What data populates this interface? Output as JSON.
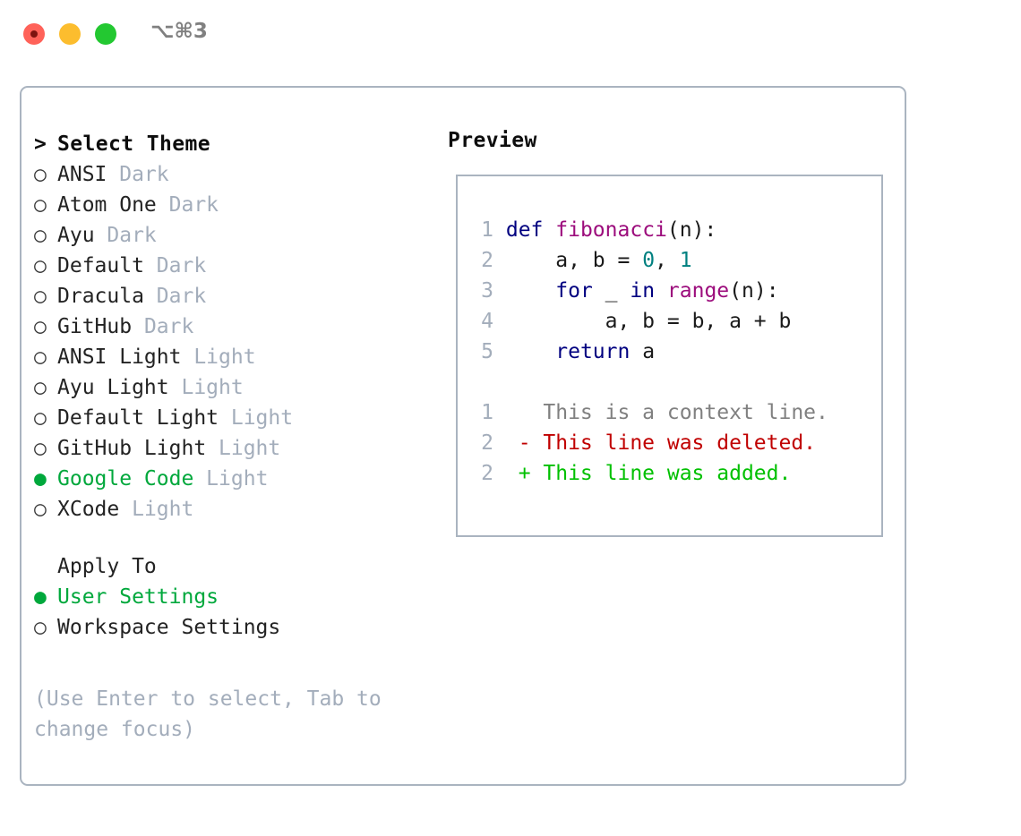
{
  "window": {
    "title": "⌥⌘3",
    "traffic_lights": [
      "close",
      "minimize",
      "maximize"
    ]
  },
  "theme_picker": {
    "heading": "Select Theme",
    "caret": ">",
    "marker_selected": "●",
    "marker_unselected": "○",
    "items": [
      {
        "name": "ANSI",
        "tag": "Dark",
        "selected": false
      },
      {
        "name": "Atom One",
        "tag": "Dark",
        "selected": false
      },
      {
        "name": "Ayu",
        "tag": "Dark",
        "selected": false
      },
      {
        "name": "Default",
        "tag": "Dark",
        "selected": false
      },
      {
        "name": "Dracula",
        "tag": "Dark",
        "selected": false
      },
      {
        "name": "GitHub",
        "tag": "Dark",
        "selected": false
      },
      {
        "name": "ANSI Light",
        "tag": "Light",
        "selected": false
      },
      {
        "name": "Ayu Light",
        "tag": "Light",
        "selected": false
      },
      {
        "name": "Default Light",
        "tag": "Light",
        "selected": false
      },
      {
        "name": "GitHub Light",
        "tag": "Light",
        "selected": false
      },
      {
        "name": "Google Code",
        "tag": "Light",
        "selected": true
      },
      {
        "name": "XCode",
        "tag": "Light",
        "selected": false
      }
    ]
  },
  "apply_to": {
    "heading": "Apply To",
    "options": [
      {
        "label": "User Settings",
        "selected": true
      },
      {
        "label": "Workspace Settings",
        "selected": false
      }
    ]
  },
  "hint": "(Use Enter to select, Tab to change focus)",
  "preview": {
    "title": "Preview",
    "code_lines": [
      {
        "num": "1",
        "tokens": [
          {
            "t": "def",
            "c": "kw"
          },
          {
            "t": " ",
            "c": "pl"
          },
          {
            "t": "fibonacci",
            "c": "fn"
          },
          {
            "t": "(n):",
            "c": "pl"
          }
        ]
      },
      {
        "num": "2",
        "tokens": [
          {
            "t": "    a, b = ",
            "c": "pl"
          },
          {
            "t": "0",
            "c": "num"
          },
          {
            "t": ", ",
            "c": "pl"
          },
          {
            "t": "1",
            "c": "num"
          }
        ]
      },
      {
        "num": "3",
        "tokens": [
          {
            "t": "    ",
            "c": "pl"
          },
          {
            "t": "for",
            "c": "kw"
          },
          {
            "t": " _ ",
            "c": "pl"
          },
          {
            "t": "in",
            "c": "kw"
          },
          {
            "t": " ",
            "c": "pl"
          },
          {
            "t": "range",
            "c": "fn"
          },
          {
            "t": "(n):",
            "c": "pl"
          }
        ]
      },
      {
        "num": "4",
        "tokens": [
          {
            "t": "        a, b = b, a + b",
            "c": "pl"
          }
        ]
      },
      {
        "num": "5",
        "tokens": [
          {
            "t": "    ",
            "c": "pl"
          },
          {
            "t": "return",
            "c": "kw"
          },
          {
            "t": " a",
            "c": "pl"
          }
        ]
      }
    ],
    "diff_lines": [
      {
        "num": "1",
        "sign": "  ",
        "text": "This is a context line.",
        "kind": "ctx"
      },
      {
        "num": "2",
        "sign": "- ",
        "text": "This line was deleted.",
        "kind": "del"
      },
      {
        "num": "2",
        "sign": "+ ",
        "text": "This line was added.",
        "kind": "add"
      }
    ]
  },
  "colors": {
    "accent_green": "#00a83c",
    "border": "#aab4c0",
    "muted": "#a3adbb",
    "keyword": "#000080",
    "function": "#9c0c7c",
    "number": "#008080",
    "diff_added": "#00c000",
    "diff_deleted": "#c00000",
    "diff_context": "#808080"
  }
}
